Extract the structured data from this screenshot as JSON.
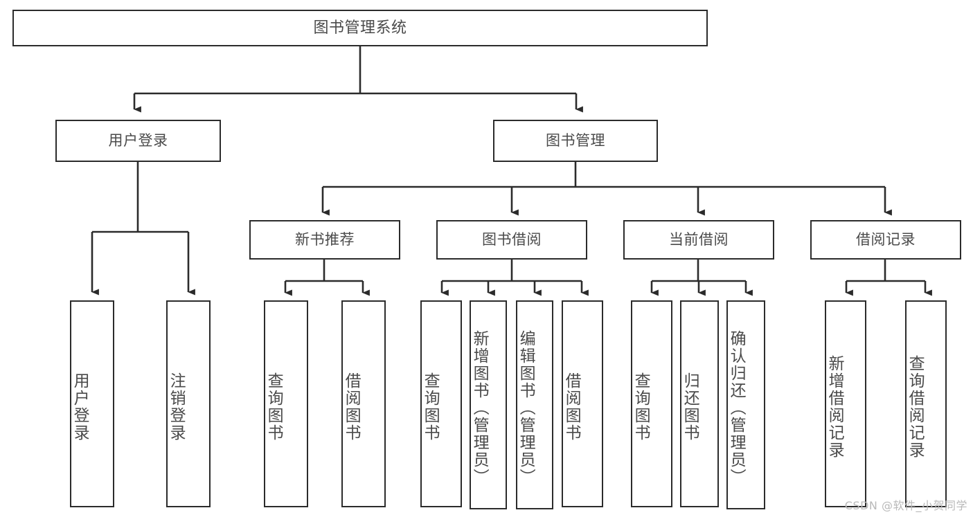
{
  "diagram": {
    "title": "图书管理系统",
    "type": "hierarchy-tree",
    "watermark": "CSDN @软件_小贺同学",
    "colors": {
      "box_border": "#2b2b2b",
      "box_fill": "#ffffff",
      "connector": "#2b2b2b",
      "text": "#4a4a4a",
      "watermark": "#b9b9b9",
      "background": "#ffffff"
    },
    "levels": {
      "root": {
        "label": "图书管理系统"
      },
      "level2": [
        {
          "label": "用户登录"
        },
        {
          "label": "图书管理"
        }
      ],
      "level3": [
        {
          "label": "新书推荐"
        },
        {
          "label": "图书借阅"
        },
        {
          "label": "当前借阅"
        },
        {
          "label": "借阅记录"
        }
      ],
      "leaves": {
        "user_login": [
          {
            "label": "用户登录"
          },
          {
            "label": "注销登录"
          }
        ],
        "new_book_recommend": [
          {
            "label": "查询图书"
          },
          {
            "label": "借阅图书"
          }
        ],
        "book_borrow": [
          {
            "label": "查询图书"
          },
          {
            "label": "新增图书（管理员）"
          },
          {
            "label": "编辑图书（管理员）"
          },
          {
            "label": "借阅图书"
          }
        ],
        "current_borrow": [
          {
            "label": "查询图书"
          },
          {
            "label": "归还图书"
          },
          {
            "label": "确认归还（管理员）"
          }
        ],
        "borrow_record": [
          {
            "label": "新增借阅记录"
          },
          {
            "label": "查询借阅记录"
          }
        ]
      }
    }
  }
}
